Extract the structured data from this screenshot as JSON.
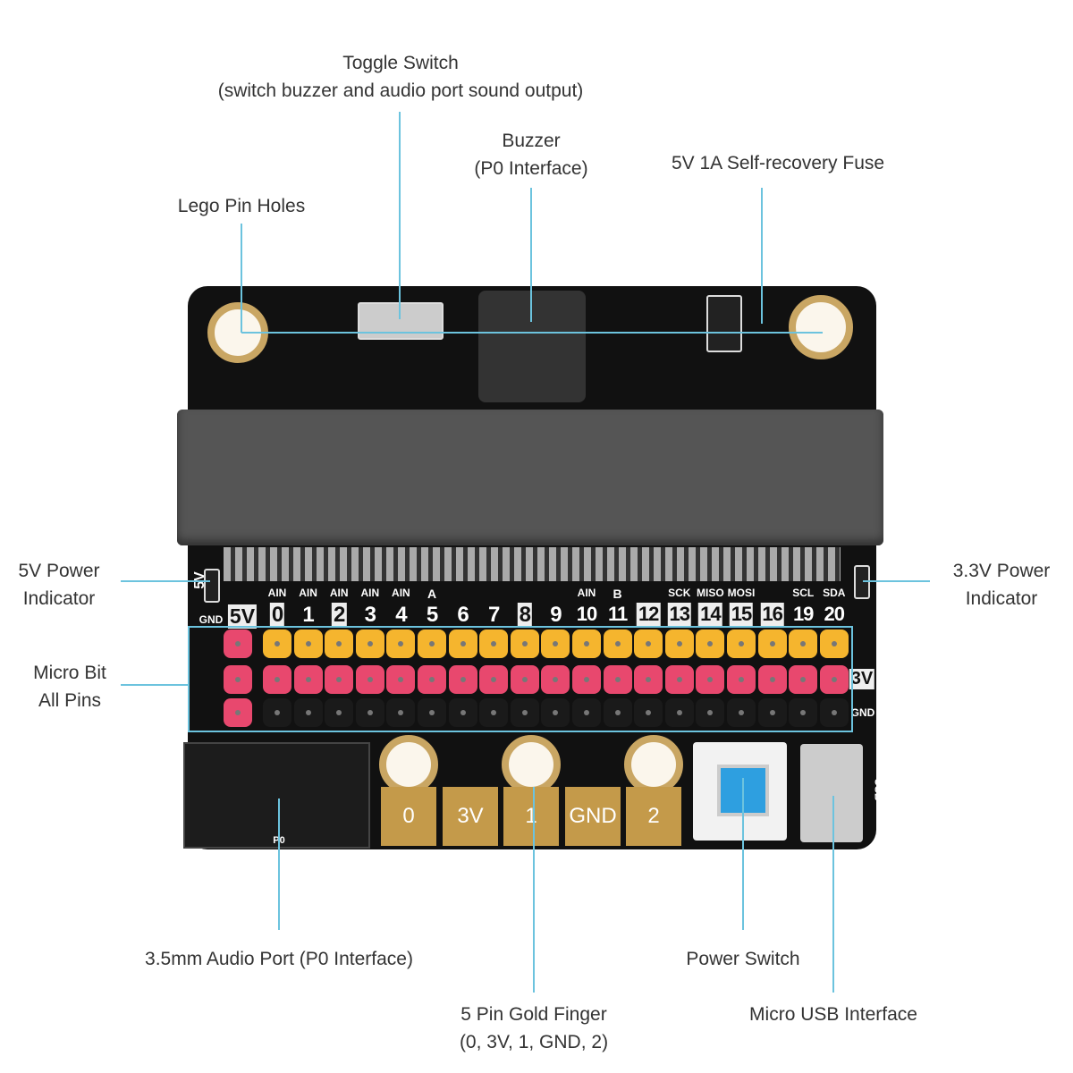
{
  "callouts": {
    "toggle_switch": {
      "title": "Toggle Switch",
      "sub": "(switch buzzer and audio port sound output)"
    },
    "buzzer": {
      "title": "Buzzer",
      "sub": "(P0 Interface)"
    },
    "fuse": {
      "title": "5V 1A Self-recovery Fuse"
    },
    "lego_holes": {
      "title": "Lego Pin Holes"
    },
    "power_5v": {
      "title": "5V Power",
      "sub": "Indicator"
    },
    "power_33v": {
      "title": "3.3V Power",
      "sub": "Indicator"
    },
    "all_pins": {
      "title": "Micro Bit",
      "sub": "All Pins"
    },
    "audio_port": {
      "title": "3.5mm Audio Port (P0 Interface)"
    },
    "gold_finger": {
      "title": "5 Pin Gold Finger",
      "sub": "(0, 3V, 1, GND, 2)"
    },
    "power_switch": {
      "title": "Power Switch"
    },
    "micro_usb": {
      "title": "Micro USB Interface"
    }
  },
  "board": {
    "left_power": "5V",
    "left_gnd": "GND",
    "right_3v": "3V",
    "right_gnd": "GND",
    "usb": "USB",
    "p0": "P0",
    "pin_numbers": [
      "0",
      "1",
      "2",
      "3",
      "4",
      "5",
      "6",
      "7",
      "8",
      "9",
      "10",
      "11",
      "12",
      "13",
      "14",
      "15",
      "16",
      "19",
      "20"
    ],
    "pin_functions": [
      "AIN",
      "AIN",
      "AIN",
      "AIN",
      "AIN",
      "A",
      "",
      "",
      "",
      "",
      "AIN",
      "B",
      "",
      "SCK",
      "MISO",
      "MOSI",
      "",
      "SCL",
      "SDA"
    ],
    "highlighted_pins": [
      "0",
      "2",
      "8",
      "12",
      "13",
      "14",
      "15",
      "16"
    ],
    "gold_fingers": [
      "0",
      "3V",
      "1",
      "GND",
      "2"
    ],
    "row_colors": [
      "#f5b52e",
      "#e8486e",
      "#1a1a1a"
    ],
    "callout_line_color": "#6cc3de",
    "button_color": "#2e9fe0"
  }
}
